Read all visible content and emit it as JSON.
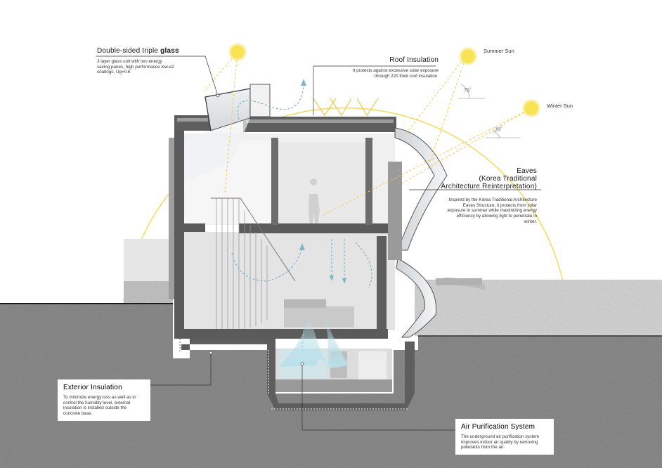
{
  "annotations": {
    "glass": {
      "title_prefix": "Double-sided triple ",
      "title_bold": "glass",
      "body": "3 layer glass unit with two energy saving panes, high performance low-e2 coatings, Ug=0.6"
    },
    "roof": {
      "title": "Roof Insulation",
      "body": "It protects against excessive solar exposure through 220 thick roof insulation."
    },
    "eaves": {
      "title_line1": "Eaves",
      "title_line2": "(Korea Traditional",
      "title_line3": "Architecture Reinterpretation)",
      "body": "Inspired by the Korea Traditional Architecture Eaves Structure, it protects from solar exposure in summer while maximizing energy efficiency by allowing light to penetrate in winter."
    },
    "exterior": {
      "title": "Exterior Insulation",
      "body": "To minimize energy loss as well as to control the humidity level, external insulation is installed outside the concrete base."
    },
    "air": {
      "title": "Air Purification System",
      "body": "The underground air purification system improves indoor air quality by removing pollutants from the air."
    }
  },
  "suns": {
    "summer": "Summer Sun",
    "winter": "Winter Sun"
  },
  "angles": {
    "summer": "76˚",
    "winter": "29˚"
  },
  "colors": {
    "sun": "#f5e15a",
    "sun_arc": "#f3d64a",
    "airflow": "#7fb6c4",
    "concrete": "#5e5e5e",
    "ground": "#8d8d8d"
  }
}
